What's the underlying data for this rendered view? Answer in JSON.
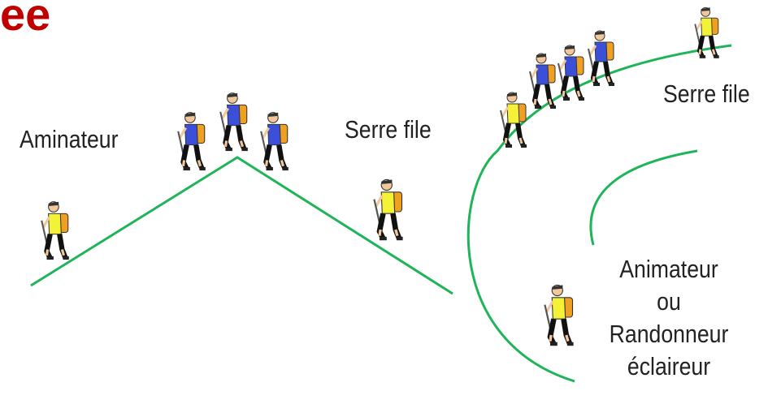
{
  "title_fragment": "ee",
  "colors": {
    "title": "#c00000",
    "trail": "#1fb45a",
    "skin": "#f2c79a",
    "shirt_yellow": "#f4f236",
    "shirt_blue": "#3b4fd8",
    "backpack": "#f0a020",
    "pants": "#111111",
    "pole": "#555555"
  },
  "left_scene": {
    "leader_label": "Aminateur",
    "sweeper_label": "Serre file"
  },
  "right_scene": {
    "sweeper_label": "Serre file",
    "leader_label_lines": [
      "Animateur",
      "ou",
      "Randonneur",
      "éclaireur"
    ]
  }
}
